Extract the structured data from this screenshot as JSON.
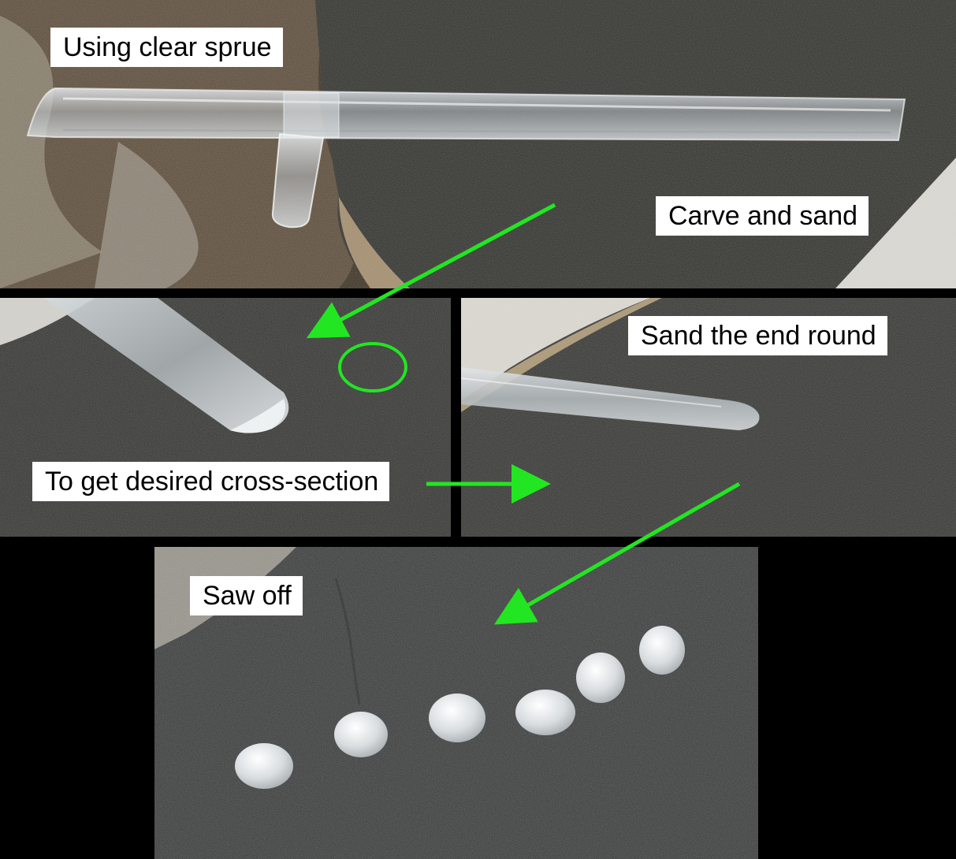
{
  "labels": {
    "top": "Using clear sprue",
    "carve": "Carve and sand",
    "cross_section": "To get desired cross-section",
    "sand_end": "Sand the end round",
    "saw_off": "Saw off"
  },
  "colors": {
    "background": "#000000",
    "annotation_green": "#22e622",
    "label_bg": "#ffffff",
    "sandpaper": "#2f302c"
  }
}
